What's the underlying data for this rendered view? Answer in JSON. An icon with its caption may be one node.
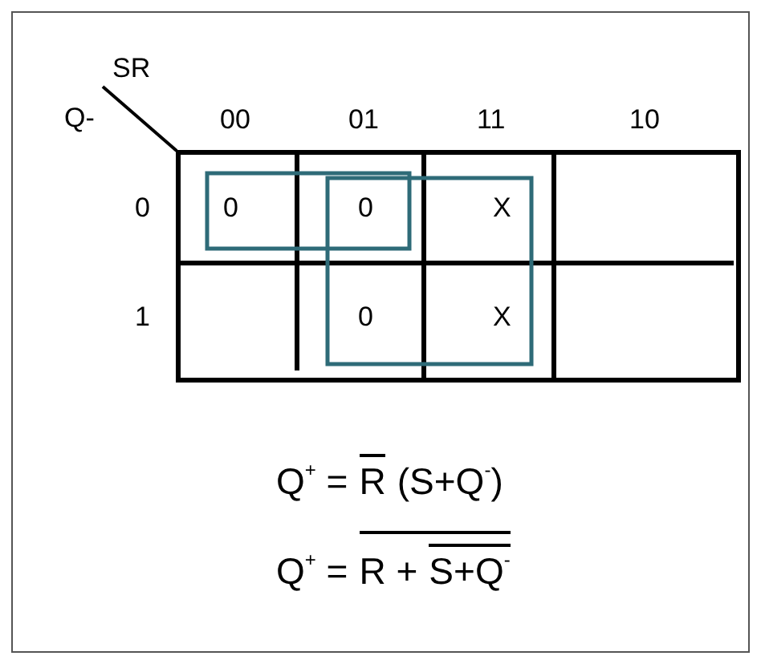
{
  "diagram": {
    "labels": [
      "SR",
      "Q-",
      "00",
      "01",
      "11",
      "10",
      "0",
      "0",
      "0",
      "X",
      "1",
      "0",
      "X",
      "Q$^{+}$ =",
      "R",
      "(S+Q$^{-}$)",
      "Q$^{+}$ =",
      "R +",
      "S+Q$^{-}$"
    ]
  }
}
